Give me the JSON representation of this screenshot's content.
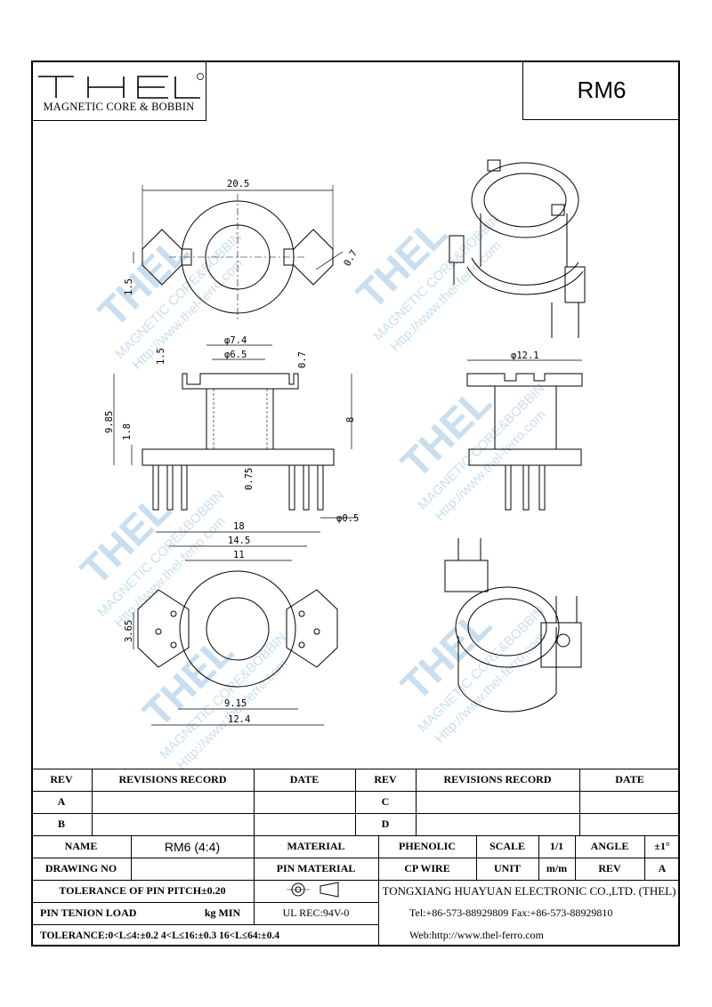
{
  "logo": {
    "word": "THEL",
    "registered": "®",
    "subtitle": "MAGNETIC CORE & BOBBIN"
  },
  "part_title": "RM6",
  "dimensions": {
    "top_width": "20.5",
    "top_slot": "0.7",
    "top_height": "1.5",
    "front_d1": "φ7.4",
    "front_d2": "φ6.5",
    "front_flange": "1.5",
    "front_slot": "0.7",
    "front_total": "9.85",
    "front_body": "8",
    "front_base": "1.8",
    "front_pin_off": "0.75",
    "front_pin_dia": "φ0.5",
    "side_dia": "φ12.1",
    "bottom_w1": "18",
    "bottom_w2": "14.5",
    "bottom_w3": "11",
    "bottom_h": "3.65",
    "bottom_w4": "9.15",
    "bottom_w5": "12.4"
  },
  "watermark": {
    "brand": "THEL",
    "sub": "MAGNETIC CORE&BOBBIN",
    "url": "Http://www.thel-ferro.com"
  },
  "table": {
    "rev_header": "REV",
    "revisions_header": "REVISIONS RECORD",
    "date_header": "DATE",
    "rev_a": "A",
    "rev_b": "B",
    "rev_c": "C",
    "rev_d": "D",
    "name_label": "NAME",
    "name_value": "RM6 (4:4)",
    "material_label": "MATERIAL",
    "material_value": "PHENOLIC",
    "scale_label": "SCALE",
    "scale_value": "1/1",
    "angle_label": "ANGLE",
    "angle_value": "±1°",
    "drawing_no_label": "DRAWING NO",
    "pin_material_label": "PIN MATERIAL",
    "pin_material_value": "CP WIRE",
    "unit_label": "UNIT",
    "unit_value": "m/m",
    "rev_label": "REV",
    "rev_value": "A",
    "tolerance_pitch": "TOLERANCE OF PIN PITCH±0.20",
    "company": "TONGXIANG HUAYUAN ELECTRONIC CO.,LTD. (THEL)",
    "pin_tension_label": "PIN TENION LOAD",
    "pin_tension_unit": "kg MIN",
    "ul": "UL REC:94V-0",
    "tel": "Tel:+86-573-88929809 Fax:+86-573-88929810",
    "tolerance": "TOLERANCE:0<L≤4:±0.2  4<L≤16:±0.3  16<L≤64:±0.4",
    "web": "Web:http://www.thel-ferro.com"
  }
}
